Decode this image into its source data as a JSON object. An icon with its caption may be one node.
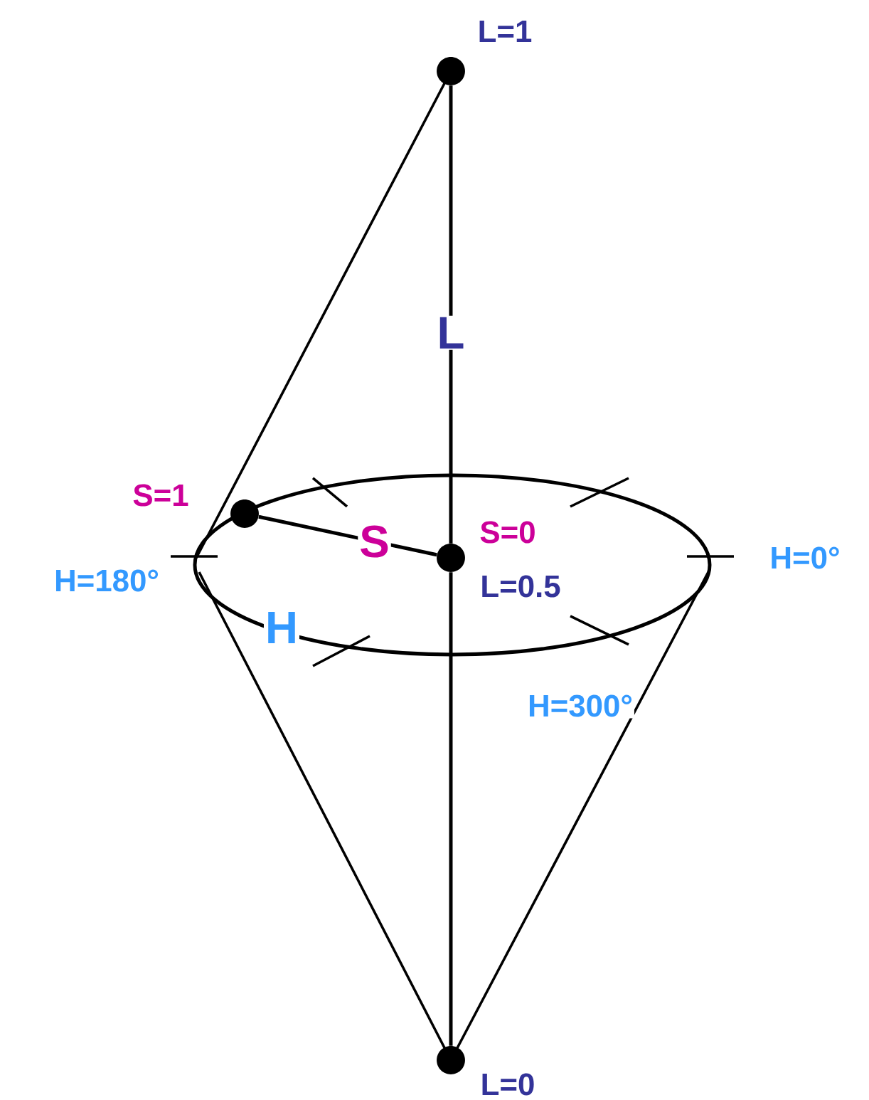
{
  "diagram": {
    "nodes": [
      {
        "text": [],
        "shape": "circle",
        "beside": [
          "L=1"
        ]
      },
      {
        "text": [],
        "shape": "circle",
        "beside": [
          "S=1"
        ]
      },
      {
        "text": [],
        "shape": "circle",
        "beside": [
          "S=0",
          "L=0.5"
        ]
      },
      {
        "text": [],
        "shape": "circle",
        "beside": [
          "L=0"
        ]
      }
    ],
    "edges": [
      {
        "from": 0,
        "to": 2,
        "arrow": "none",
        "label": "L"
      },
      {
        "from": 2,
        "to": 3,
        "arrow": "none"
      },
      {
        "from": 2,
        "to": 1,
        "arrow": "none",
        "label": "S"
      }
    ],
    "labels": [
      "H=0°",
      "H=180°",
      "H",
      "H=300°"
    ]
  }
}
